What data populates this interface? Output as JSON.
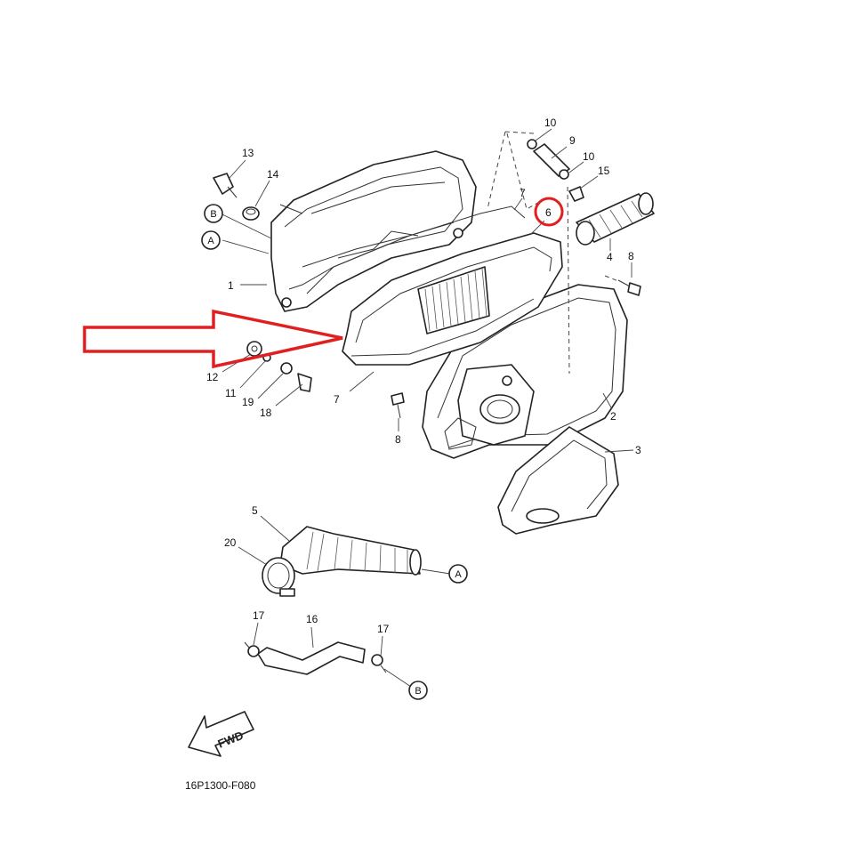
{
  "callouts": {
    "c1": "1",
    "c2": "2",
    "c3": "3",
    "c4": "4",
    "c5": "5",
    "c6": "6",
    "c7a": "7",
    "c7b": "7",
    "c8a": "8",
    "c8b": "8",
    "c9": "9",
    "c10a": "10",
    "c10b": "10",
    "c11": "11",
    "c12": "12",
    "c13": "13",
    "c14": "14",
    "c15": "15",
    "c16": "16",
    "c17a": "17",
    "c17b": "17",
    "c18": "18",
    "c19": "19",
    "c20": "20"
  },
  "refs": {
    "a1": "A",
    "a2": "A",
    "b1": "B",
    "b2": "B"
  },
  "fwd_label": "FWD",
  "diagram_code": "16P1300-F080",
  "colors": {
    "line": "#222222",
    "highlight": "#e02020"
  }
}
